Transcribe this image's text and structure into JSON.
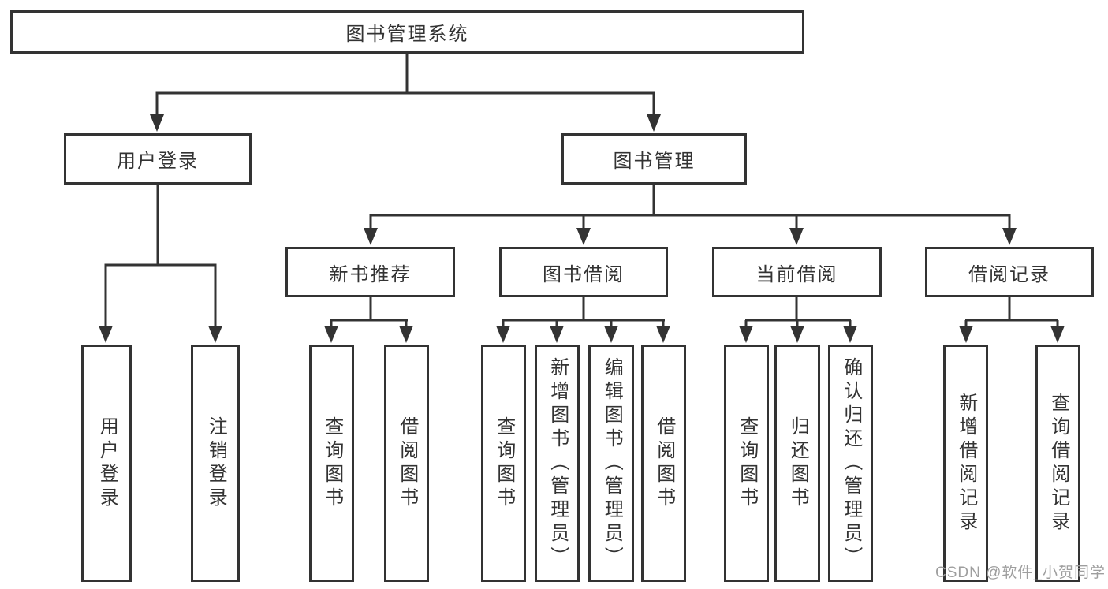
{
  "diagram": {
    "title": "图书管理系统",
    "nodes": {
      "root": {
        "label": "图书管理系统"
      },
      "user_login": {
        "label": "用户登录"
      },
      "book_management": {
        "label": "图书管理"
      },
      "user_login_leaf": {
        "label": "用户登录"
      },
      "logout_leaf": {
        "label": "注销登录"
      },
      "new_book_recommend": {
        "label": "新书推荐"
      },
      "book_borrowing": {
        "label": "图书借阅"
      },
      "current_borrowing": {
        "label": "当前借阅"
      },
      "borrowing_records": {
        "label": "借阅记录"
      },
      "nbr_query_books": {
        "label": "查询图书"
      },
      "nbr_borrow_books": {
        "label": "借阅图书"
      },
      "bb_query_books": {
        "label": "查询图书"
      },
      "bb_add_books": {
        "label": "新增图书（管理员）"
      },
      "bb_edit_books": {
        "label": "编辑图书（管理员）"
      },
      "bb_borrow_books": {
        "label": "借阅图书"
      },
      "cb_query_books": {
        "label": "查询图书"
      },
      "cb_return_books": {
        "label": "归还图书"
      },
      "cb_confirm_return": {
        "label": "确认归还（管理员）"
      },
      "br_add_record": {
        "label": "新增借阅记录"
      },
      "br_query_record": {
        "label": "查询借阅记录"
      }
    }
  },
  "watermark": {
    "text": "CSDN @软件_小贺同学"
  },
  "colors": {
    "line": "#333333",
    "box_border": "#333333",
    "text": "#333333",
    "watermark": "#9e9e9e",
    "background": "#ffffff"
  }
}
